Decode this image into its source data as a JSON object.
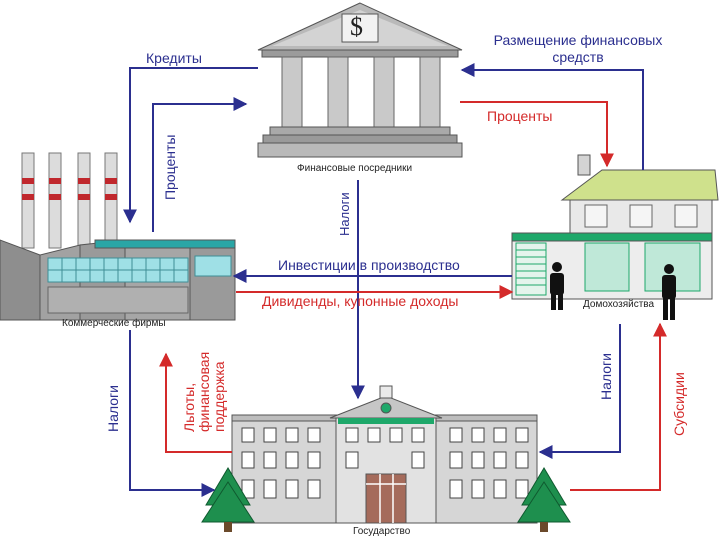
{
  "colors": {
    "flow_blue": "#2b2f8f",
    "flow_red": "#d42a2a",
    "green_accent": "#1ea86a",
    "teal_glass": "#9fe0e6"
  },
  "nodes": {
    "bank_symbol": "$",
    "bank": "Финансовые посредники",
    "firms": "Коммерческие фирмы",
    "households": "Домохозяйства",
    "government": "Государство"
  },
  "flows": {
    "credits": "Кредиты",
    "placement_line1": "Размещение финансовых",
    "placement_line2": "средств",
    "interest_to_households": "Проценты",
    "interest_from_firms": "Проценты",
    "taxes_bank": "Налоги",
    "investments": "Инвестиции в производство",
    "dividends": "Дивиденды, купонные доходы",
    "taxes_firms": "Налоги",
    "benefits_line1": "Льготы,",
    "benefits_line2": "финансовая",
    "benefits_line3": "поддержка",
    "taxes_households": "Налоги",
    "subsidies": "Субсидии"
  }
}
